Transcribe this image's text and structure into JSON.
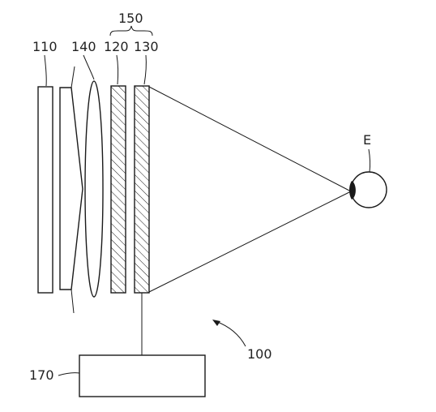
{
  "labels": {
    "group_150": "150",
    "display_110": "110",
    "lens_140": "140",
    "layer_120": "120",
    "layer_130": "130",
    "eye_E": "E",
    "device_100": "100",
    "controller_170": "170"
  },
  "colors": {
    "line": "#1a1a1a",
    "background": "#ffffff"
  }
}
